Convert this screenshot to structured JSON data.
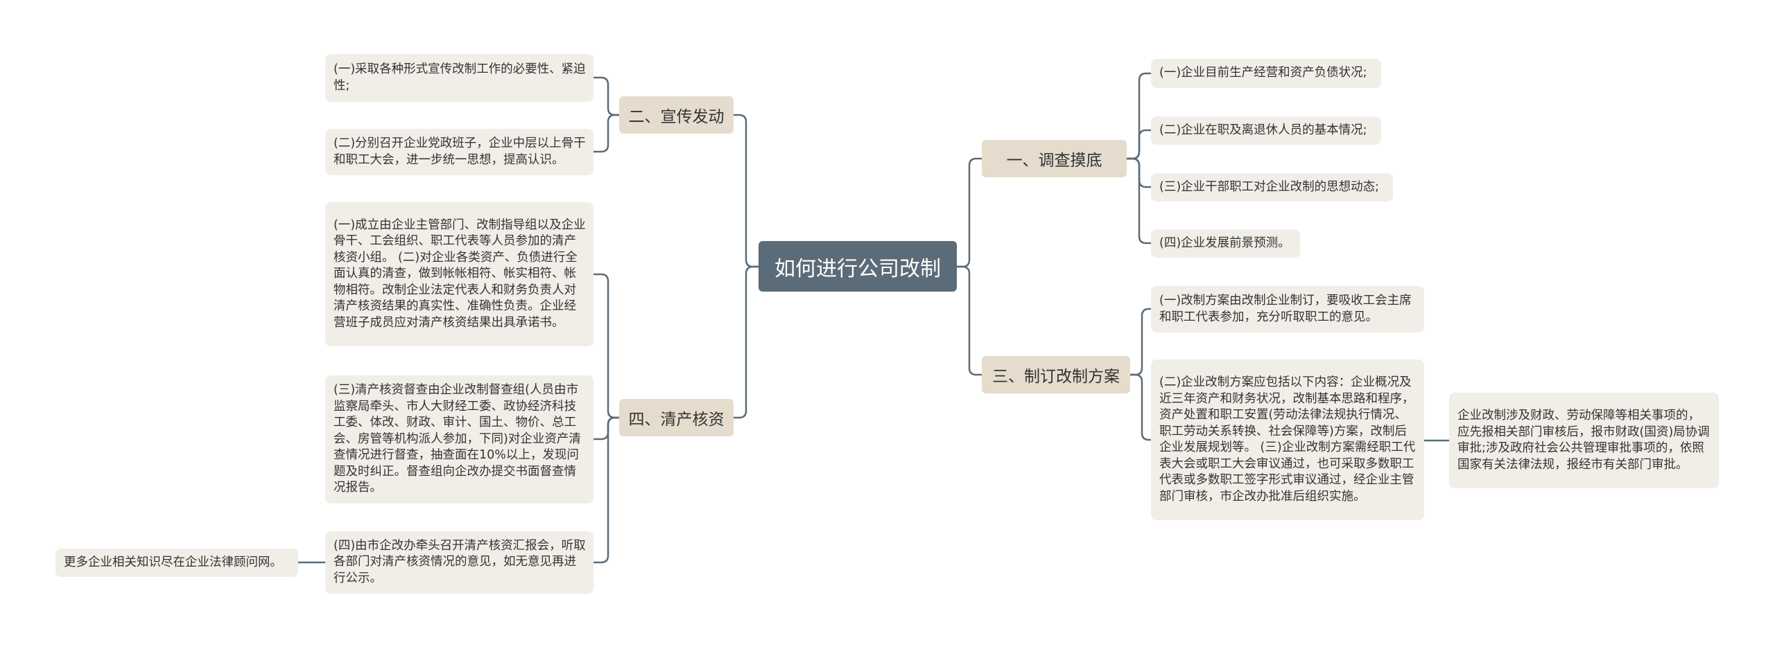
{
  "colors": {
    "line": "#5b6b77",
    "center": "#5b6b77",
    "branch": "#e5dccd",
    "leaf": "#f1eee8"
  },
  "center": "如何进行公司改制",
  "branches": {
    "b1": "一、调查摸底",
    "b2": "二、宣传发动",
    "b3": "三、制订改制方案",
    "b4": "四、清产核资"
  },
  "leaves": {
    "b1": [
      "(一)企业目前生产经营和资产负债状况;",
      "(二)企业在职及离退休人员的基本情况;",
      "(三)企业干部职工对企业改制的思想动态;",
      "(四)企业发展前景预测。"
    ],
    "b2": [
      "(一)采取各种形式宣传改制工作的必要性、紧迫性;",
      "(二)分别召开企业党政班子，企业中层以上骨干和职工大会，进一步统一思想，提高认识。"
    ],
    "b3": [
      "(一)改制方案由改制企业制订，要吸收工会主席和职工代表参加，充分听取职工的意见。",
      "(二)企业改制方案应包括以下内容：企业概况及近三年资产和财务状况，改制基本思路和程序，资产处置和职工安置(劳动法律法规执行情况、职工劳动关系转换、社会保障等)方案，改制后企业发展规划等。 (三)企业改制方案需经职工代表大会或职工大会审议通过，也可采取多数职工代表或多数职工签字形式审议通过，经企业主管部门审核，市企改办批准后组织实施。"
    ],
    "b3_sub": "企业改制涉及财政、劳动保障等相关事项的，应先报相关部门审核后，报市财政(国资)局协调审批;涉及政府社会公共管理审批事项的，依照国家有关法律法规，报经市有关部门审批。",
    "b4": [
      "(一)成立由企业主管部门、改制指导组以及企业骨干、工会组织、职工代表等人员参加的清产核资小组。 (二)对企业各类资产、负债进行全面认真的清查，做到帐帐相符、帐实相符、帐物相符。改制企业法定代表人和财务负责人对清产核资结果的真实性、准确性负责。企业经营班子成员应对清产核资结果出具承诺书。",
      "(三)清产核资督查由企业改制督查组(人员由市监察局牵头、市人大财经工委、政协经济科技工委、体改、财政、审计、国土、物价、总工会、房管等机构派人参加，下同)对企业资产清查情况进行督查，抽查面在10%以上，发现问题及时纠正。督查组向企改办提交书面督查情况报告。",
      "(四)由市企改办牵头召开清产核资汇报会，听取各部门对清产核资情况的意见，如无意见再进行公示。"
    ],
    "b4_sub": "更多企业相关知识尽在企业法律顾问网。"
  }
}
